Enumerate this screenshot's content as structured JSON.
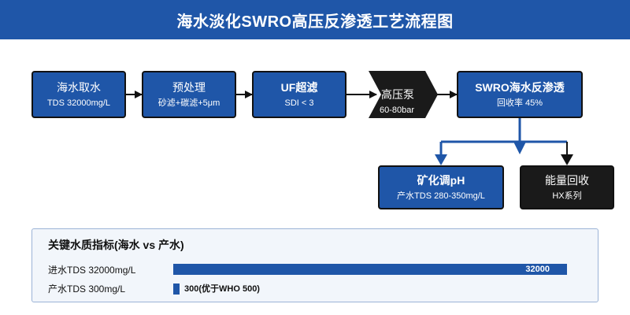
{
  "title": "海水淡化SWRO高压反渗透工艺流程图",
  "nodes": {
    "intake": {
      "title": "海水取水",
      "subtitle": "TDS 32000mg/L"
    },
    "pretreat": {
      "title": "预处理",
      "subtitle": "砂滤+碳滤+5μm"
    },
    "uf": {
      "title": "UF超滤",
      "subtitle": "SDI < 3"
    },
    "pump": {
      "title": "高压泵",
      "subtitle": "60-80bar"
    },
    "swro": {
      "title": "SWRO海水反渗透",
      "subtitle": "回收率 45%"
    },
    "remineral": {
      "title": "矿化调pH",
      "subtitle": "产水TDS 280-350mg/L"
    },
    "energy": {
      "title": "能量回收",
      "subtitle": "HX系列"
    }
  },
  "colors": {
    "primary": "#1f56a8",
    "dark": "#1a1a1a",
    "panel_bg": "#f2f6fb",
    "panel_border": "#9bb3d6"
  },
  "metrics": {
    "title": "关键水质指标(海水 vs 产水)",
    "max": 32000,
    "items": [
      {
        "label": "进水TDS 32000mg/L",
        "value": 32000,
        "value_label": "32000"
      },
      {
        "label": "产水TDS 300mg/L",
        "value": 300,
        "value_label": "300(优于WHO 500)"
      }
    ]
  }
}
